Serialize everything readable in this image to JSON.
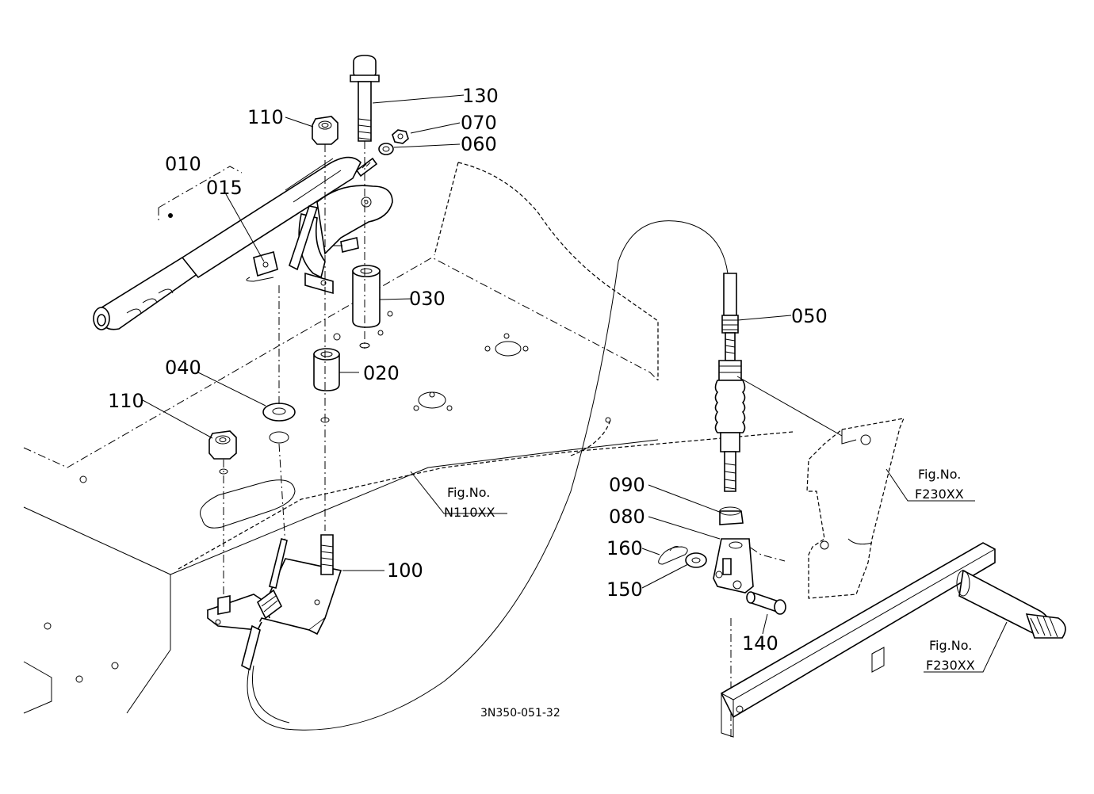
{
  "callouts": {
    "c010": "010",
    "c015": "015",
    "c020": "020",
    "c030": "030",
    "c040": "040",
    "c050": "050",
    "c060": "060",
    "c070": "070",
    "c080": "080",
    "c090": "090",
    "c100": "100",
    "c110a": "110",
    "c110b": "110",
    "c130": "130",
    "c140": "140",
    "c150": "150",
    "c160": "160"
  },
  "figure_refs": {
    "ref_n110_label": "Fig.No.",
    "ref_n110_code": "N110XX",
    "ref_f230_upper_label": "Fig.No.",
    "ref_f230_upper_code": "F230XX",
    "ref_f230_lower_label": "Fig.No.",
    "ref_f230_lower_code": "F230XX"
  },
  "drawing_number": "3N350-051-32"
}
